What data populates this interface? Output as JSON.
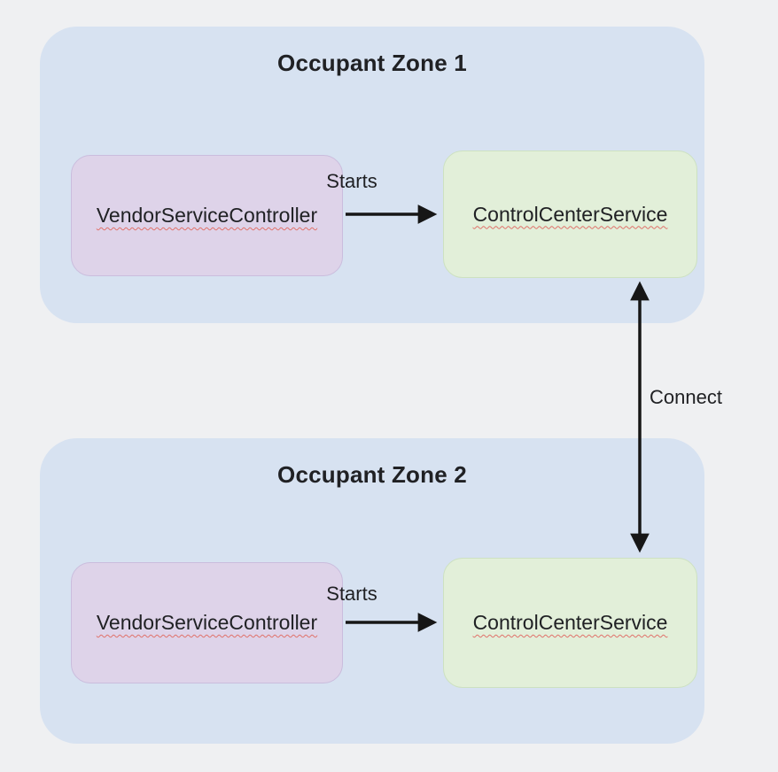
{
  "colors": {
    "page_bg": "#eff0f2",
    "zone_bg": "#d7e2f1",
    "controller_bg": "#ded3e9",
    "controller_border": "#cabddd",
    "service_bg": "#e2efd9",
    "service_border": "#cde1c1",
    "arrow": "#161616",
    "spellcheck_underline": "#e0716a"
  },
  "zones": [
    {
      "title": "Occupant Zone 1",
      "controller": "VendorServiceController",
      "service": "ControlCenterService",
      "starts_label": "Starts"
    },
    {
      "title": "Occupant Zone 2",
      "controller": "VendorServiceController",
      "service": "ControlCenterService",
      "starts_label": "Starts"
    }
  ],
  "connect_label": "Connect"
}
